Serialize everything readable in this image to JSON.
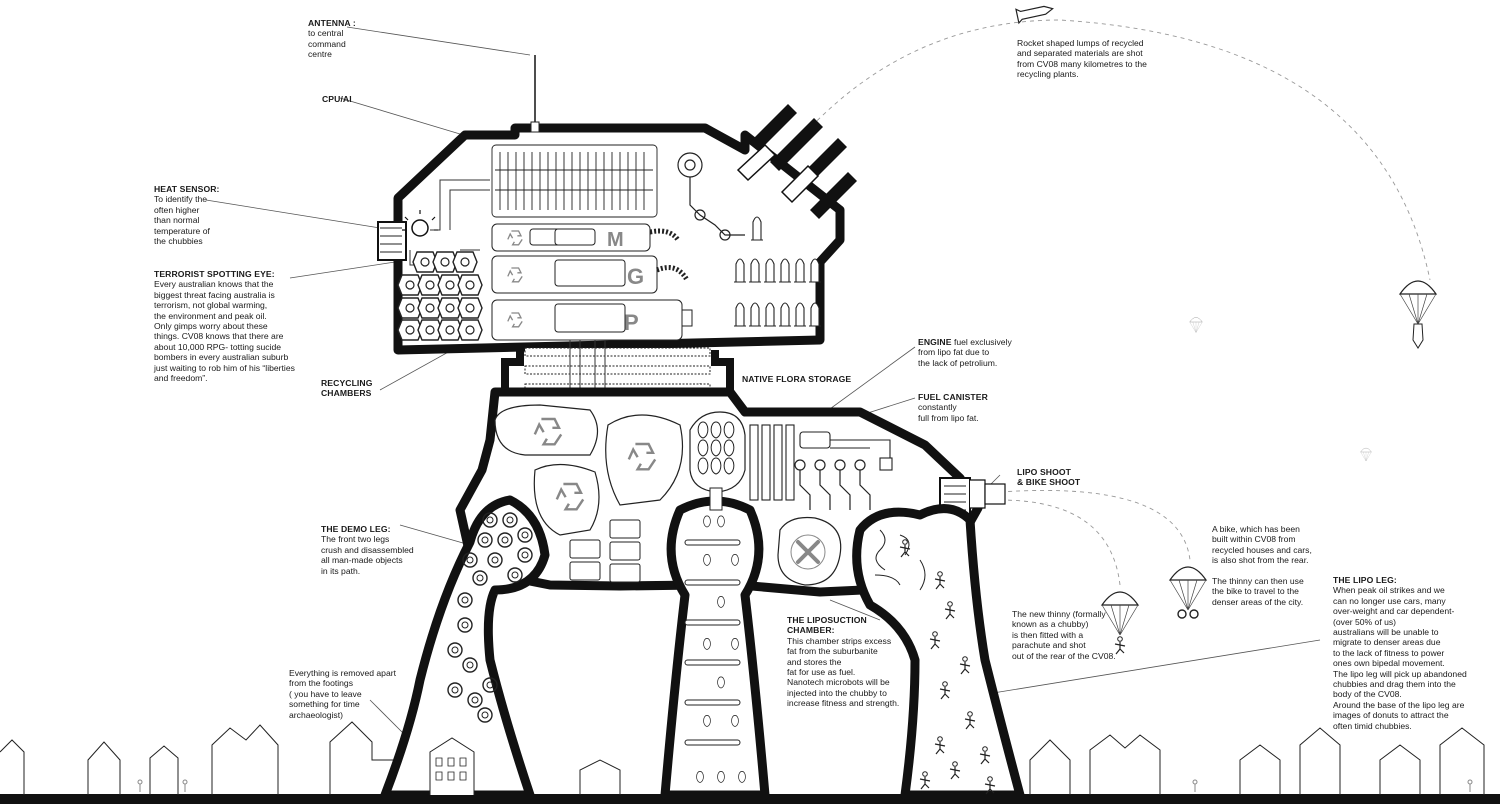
{
  "labels": {
    "antenna": {
      "title": "ANTENNA :",
      "body": "to central\ncommand\ncentre"
    },
    "cpu": {
      "title": "CPU/AI",
      "body": ""
    },
    "heat_sensor": {
      "title": "HEAT SENSOR:",
      "body": "To identify the\noften higher\nthan normal\ntemperature of\nthe chubbies"
    },
    "terrorist_eye": {
      "title": "TERRORIST SPOTTING EYE:",
      "body": "Every australian knows that the\nbiggest threat facing australia is\nterrorism, not global warming,\nthe environment and peak oil.\nOnly gimps worry about these\nthings. CV08 knows that there are\nabout 10,000 RPG- totting sucide\nbombers in every australian suburb\njust waiting to rob him of his “liberties\nand freedom”."
    },
    "recycling": {
      "title": "RECYCLING\nCHAMBERS",
      "body": ""
    },
    "demo_leg": {
      "title": "THE DEMO LEG:",
      "body": "The front two legs\ncrush and disassembled\nall man-made objects\nin its path."
    },
    "footings": {
      "title": "",
      "body": "Everything is removed apart\nfrom the footings\n( you have to leave\nsomething for time\narchaeologist)"
    },
    "rocket": {
      "title": "",
      "body": "Rocket shaped lumps of recycled\nand separated materials are shot\nfrom CV08  many kilometres to the\nrecycling plants."
    },
    "engine": {
      "title": "ENGINE",
      "inline": " fuel exclusively",
      "body": "from lipo fat due to\nthe lack of petrolium."
    },
    "native_flora": {
      "title": "NATIVE FLORA STORAGE",
      "body": ""
    },
    "fuel_canister": {
      "title": "FUEL CANISTER",
      "body": "constantly\nfull from lipo fat."
    },
    "lipo_shoot": {
      "title": "LIPO SHOOT\n& BIKE SHOOT",
      "body": ""
    },
    "bike": {
      "title": "",
      "body": "A bike, which has been\nbuilt within CV08 from\nrecycled houses and cars,\nis also shot from the rear.\n\nThe thinny can then use\nthe bike to travel to the\ndenser areas of the city."
    },
    "thinny": {
      "title": "",
      "body": "The new thinny (formally\nknown as a chubby)\nis then fitted with a\nparachute and shot\nout of the rear of the CV08."
    },
    "liposuction": {
      "title": "THE LIPOSUCTION\nCHAMBER:",
      "body": "This chamber strips excess\nfat from the suburbanite\nand stores the\nfat for use as fuel.\nNanotech microbots will  be\ninjected into the chubby to\nincrease fitness and strength."
    },
    "lipo_leg": {
      "title": "THE LIPO LEG:",
      "body": "When peak oil strikes and we\ncan no longer use cars, many\nover-weight and car dependent-\n(over 50% of us)\naustralians will be unable to\nmigrate to denser areas due\nto the lack of fitness to power\nones own bipedal movement.\nThe lipo leg will pick up abandoned\nchubbies and drag them into the\nbody of the CV08.\nAround the base of the lipo leg are\nimages of donuts to attract the\noften timid chubbies."
    }
  },
  "colors": {
    "ink": "#111111",
    "paper": "#ffffff",
    "line": "#555555",
    "light": "#888888"
  }
}
